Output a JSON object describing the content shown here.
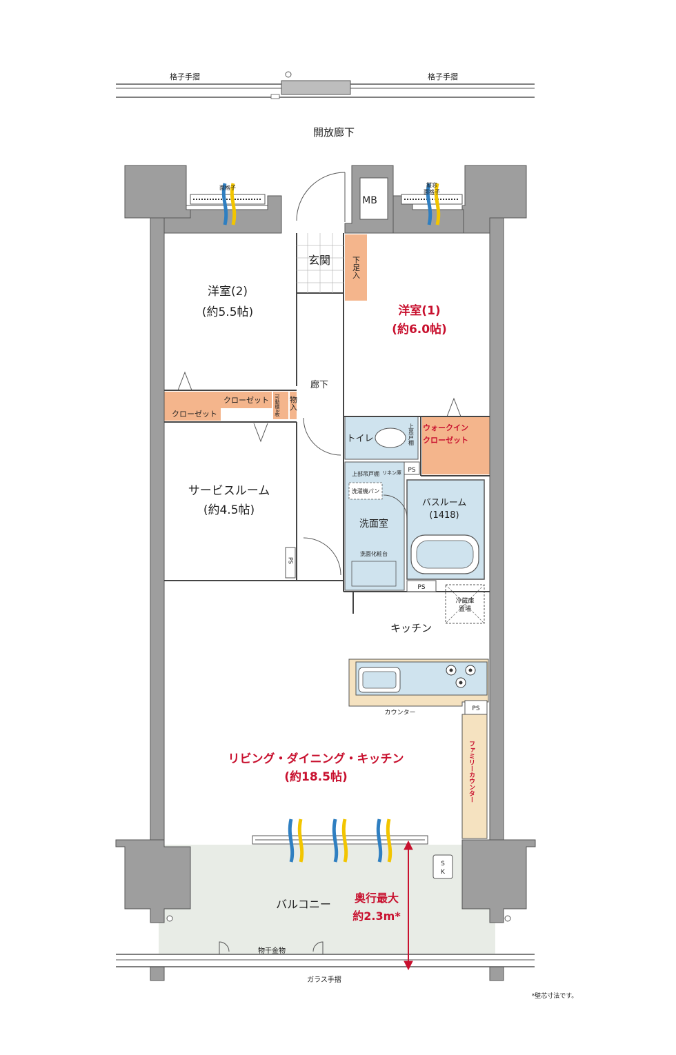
{
  "labels": {
    "lattice_rail_left": "格子手摺",
    "lattice_rail_right": "格子手摺",
    "corridor": "開放廊下",
    "face_lattice_left": "面格子",
    "mesh_window": "縦窓",
    "face_lattice_right": "面格子",
    "mb": "MB",
    "entrance": "玄関",
    "shoe_box": "下足入",
    "western_room_2": "洋室(2)",
    "western_room_2_size": "(約5.5帖)",
    "western_room_1": "洋室(1)",
    "western_room_1_size": "(約6.0帖)",
    "hallway": "廊下",
    "closet_a": "クローゼット",
    "closet_b": "クローゼット",
    "shelf": "可動棚3枚",
    "storage": "物入",
    "toilet": "トイレ",
    "upper_shelf_toilet": "上吊戸棚",
    "walk_in_closet_1": "ウォークイン",
    "walk_in_closet_2": "クローゼット",
    "ps_toilet": "PS",
    "upper_cabinet": "上部吊戸棚",
    "linen": "リネン庫",
    "washer_pan": "洗濯機パン",
    "bathroom": "バスルーム",
    "bathroom_size": "(1418)",
    "washroom": "洗面室",
    "vanity": "洗面化粧台",
    "service_room": "サービスルーム",
    "service_room_size": "(約4.5帖)",
    "ps_service": "PS",
    "ps_bath": "PS",
    "fridge_1": "冷蔵庫",
    "fridge_2": "置場",
    "kitchen": "キッチン",
    "counter": "カウンター",
    "ps_kitchen": "PS",
    "family_counter": "ファミリーカウンター",
    "ldk": "リビング・ダイニング・キッチン",
    "ldk_size": "(約18.5帖)",
    "sk": "SK",
    "balcony": "バルコニー",
    "depth_1": "奥行最大",
    "depth_2": "約2.3m*",
    "drying_hardware": "物干金物",
    "glass_rail": "ガラス手摺",
    "footnote": "*壁芯寸法です。"
  },
  "colors": {
    "wall": "#9e9e9e",
    "wet_area": "#cfe3ee",
    "storage": "#f4b58c",
    "counter": "#f5e2c0",
    "balcony": "#e8ece6",
    "accent": "#c8102e",
    "wind_blue": "#2f7fc1",
    "wind_yellow": "#f2c500"
  }
}
